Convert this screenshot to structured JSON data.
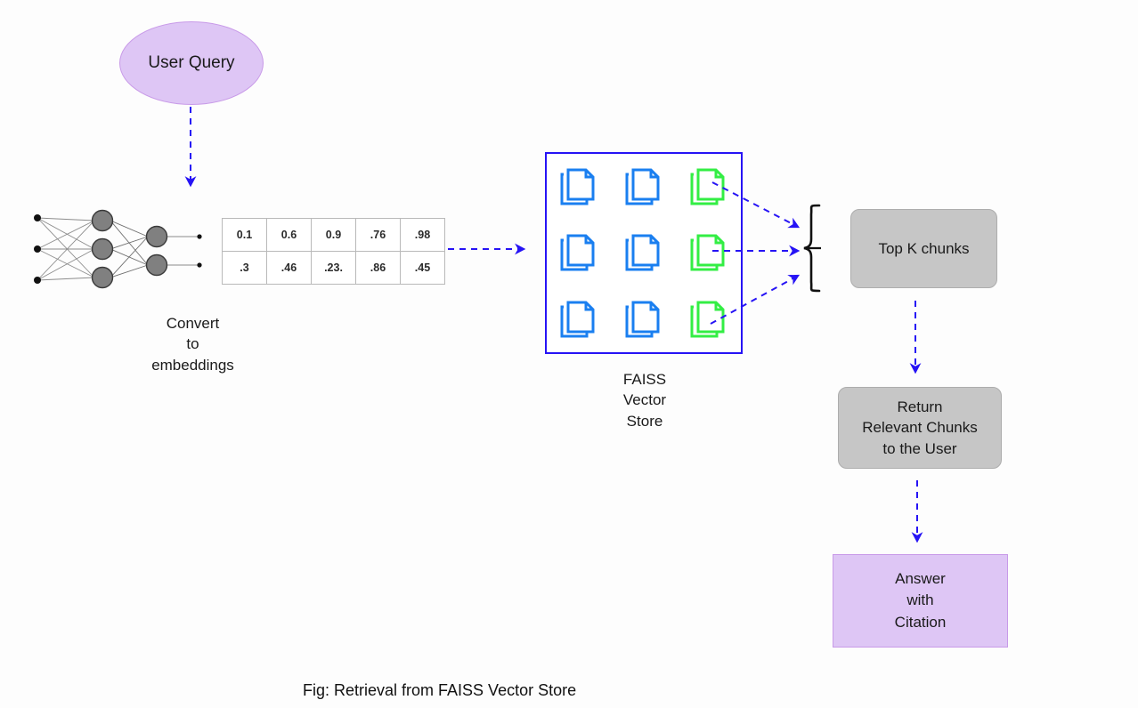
{
  "figure": {
    "caption": "Fig: Retrieval from FAISS Vector Store"
  },
  "nodes": {
    "user_query": "User Query",
    "convert_to_embeddings": [
      "Convert",
      "to",
      "embeddings"
    ],
    "faiss_vector_store": [
      "FAISS",
      "Vector",
      "Store"
    ],
    "top_k_chunks": "Top K chunks",
    "return_relevant_chunks": [
      "Return",
      "Relevant Chunks",
      "to the User"
    ],
    "answer_with_citation": [
      "Answer",
      "with",
      "Citation"
    ]
  },
  "embedding_table": {
    "rows": [
      [
        "0.1",
        "0.6",
        "0.9",
        ".76",
        ".98"
      ],
      [
        ".3",
        ".46",
        ".23.",
        ".86",
        ".45"
      ]
    ]
  },
  "vector_store": {
    "doc_colors": [
      [
        "blue",
        "blue",
        "green"
      ],
      [
        "blue",
        "blue",
        "green"
      ],
      [
        "blue",
        "blue",
        "green"
      ]
    ],
    "icon_name": "documents-stack-icon"
  },
  "neural_network": {
    "input_nodes": 3,
    "hidden_nodes": 3,
    "output_nodes": 2,
    "node_fill": "#808080",
    "node_stroke": "#3a3a3a"
  },
  "colors": {
    "purple_fill": "#dec6f5",
    "purple_border": "#c89ae8",
    "gray_fill": "#c6c6c6",
    "gray_border": "#adadad",
    "arrow_blue": "#2613f5",
    "doc_blue": "#1a7ff0",
    "doc_green": "#33ee44",
    "store_border": "#2613f5",
    "brace_black": "#111111",
    "background": "#fdfdfd"
  }
}
